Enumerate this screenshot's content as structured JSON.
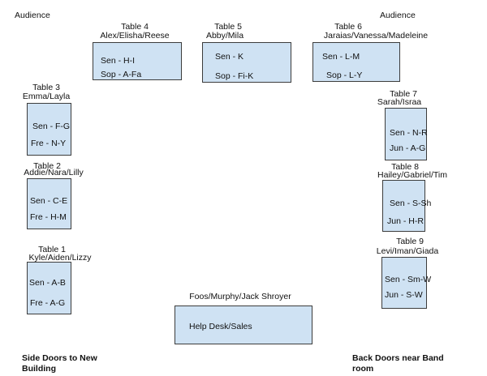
{
  "audience_left": "Audience",
  "audience_right": "Audience",
  "tables": [
    {
      "id": "table-4",
      "title": "Table 4",
      "names": "Alex/Elisha/Reese",
      "line1": "Sen - H-I",
      "line2": "Sop - A-Fa"
    },
    {
      "id": "table-5",
      "title": "Table 5",
      "names": "Abby/Mila",
      "line1": "Sen - K",
      "line2": "Sop - Fi-K"
    },
    {
      "id": "table-6",
      "title": "Table 6",
      "names": "Jaraias/Vanessa/Madeleine",
      "line1": "Sen - L-M",
      "line2": "Sop - L-Y"
    },
    {
      "id": "table-3",
      "title": "Table 3",
      "names": "Emma/Layla",
      "line1": "Sen - F-G",
      "line2": "Fre - N-Y"
    },
    {
      "id": "table-7",
      "title": "Table 7",
      "names": "Sarah/Israa",
      "line1": "Sen - N-R",
      "line2": "Jun - A-G"
    },
    {
      "id": "table-2",
      "title": "Table 2",
      "names": "Addie/Nara/Lilly",
      "line1": "Sen - C-E",
      "line2": "Fre - H-M"
    },
    {
      "id": "table-8",
      "title": "Table 8",
      "names": "Hailey/Gabriel/Tim",
      "line1": "Sen - S-Sh",
      "line2": "Jun - H-R"
    },
    {
      "id": "table-1",
      "title": "Table 1",
      "names": "Kyle/Aiden/Lizzy",
      "line1": "Sen - A-B",
      "line2": "Fre - A-G"
    },
    {
      "id": "table-9",
      "title": "Table 9",
      "names": "Levi/Iman/Giada",
      "line1": "Sen - Sm-W",
      "line2": "Jun - S-W"
    }
  ],
  "help_desk": {
    "names": "Foos/Murphy/Jack Shroyer",
    "label": "Help Desk/Sales"
  },
  "side_doors": {
    "line1": "Side Doors to New",
    "line2": "Building"
  },
  "back_doors": {
    "line1": "Back Doors near Band",
    "line2": "room"
  }
}
